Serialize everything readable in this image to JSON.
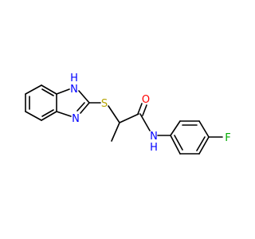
{
  "molecule": {
    "atoms": {
      "nh": {
        "label": "N",
        "h": "H",
        "color": "#0000ff"
      },
      "n3": {
        "label": "N",
        "color": "#0000ff"
      },
      "s": {
        "label": "S",
        "color": "#b5a300"
      },
      "o": {
        "label": "O",
        "color": "#ff0000"
      },
      "nh_amide": {
        "label": "N",
        "h": "H",
        "color": "#0000ff"
      },
      "f": {
        "label": "F",
        "color": "#00aa00"
      }
    },
    "bond_color": "#000000"
  }
}
